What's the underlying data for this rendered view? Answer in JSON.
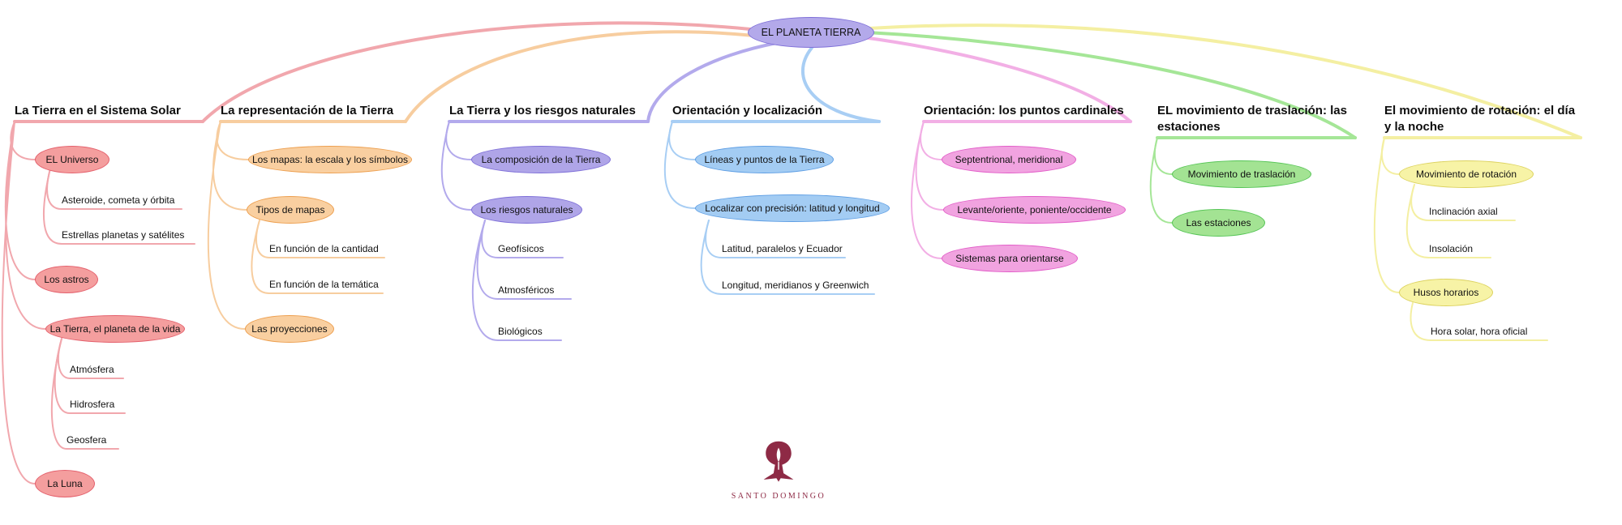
{
  "root": {
    "label": "EL PLANETA TIERRA",
    "fill": "#B3A9EA",
    "stroke": "#7E6FD8"
  },
  "logo": {
    "text": "SANTO DOMINGO",
    "color": "#8E2A45"
  },
  "branches": [
    {
      "title": "La Tierra en el Sistema Solar",
      "colors": {
        "line": "#F1A7AD",
        "fill": "#F49E9E",
        "stroke": "#E4606C"
      },
      "nodes": [
        {
          "label": "EL Universo",
          "kind": "ellipse"
        },
        {
          "label": "Asteroide, cometa y órbita",
          "kind": "text"
        },
        {
          "label": "Estrellas planetas y satélites",
          "kind": "text"
        },
        {
          "label": "Los astros",
          "kind": "ellipse"
        },
        {
          "label": "La Tierra, el planeta de la vida",
          "kind": "ellipse"
        },
        {
          "label": "Atmósfera",
          "kind": "text"
        },
        {
          "label": "Hidrosfera",
          "kind": "text"
        },
        {
          "label": "Geosfera",
          "kind": "text"
        },
        {
          "label": "La Luna",
          "kind": "ellipse"
        }
      ]
    },
    {
      "title": "La representación de la Tierra",
      "colors": {
        "line": "#F7CD9F",
        "fill": "#F9CFA0",
        "stroke": "#ED9F4F"
      },
      "nodes": [
        {
          "label": "Los mapas: la escala y los símbolos",
          "kind": "ellipse"
        },
        {
          "label": "Tipos de mapas",
          "kind": "ellipse"
        },
        {
          "label": "En función de la cantidad",
          "kind": "text"
        },
        {
          "label": "En función de la temática",
          "kind": "text"
        },
        {
          "label": "Las proyecciones",
          "kind": "ellipse"
        }
      ]
    },
    {
      "title": "La Tierra y los riesgos naturales",
      "colors": {
        "line": "#B3AAEC",
        "fill": "#AFA5E8",
        "stroke": "#7E6FD8"
      },
      "nodes": [
        {
          "label": "La composición de la Tierra",
          "kind": "ellipse"
        },
        {
          "label": "Los riesgos naturales",
          "kind": "ellipse"
        },
        {
          "label": "Geofísicos",
          "kind": "text"
        },
        {
          "label": "Atmosféricos",
          "kind": "text"
        },
        {
          "label": "Biológicos",
          "kind": "text"
        }
      ]
    },
    {
      "title": "Orientación y localización",
      "colors": {
        "line": "#A8CEF4",
        "fill": "#A3CCF3",
        "stroke": "#5E9EE4"
      },
      "nodes": [
        {
          "label": "Líneas y puntos de la Tierra",
          "kind": "ellipse"
        },
        {
          "label": "Localizar con precisión: latitud y longitud",
          "kind": "ellipse"
        },
        {
          "label": "Latitud, paralelos y Ecuador",
          "kind": "text"
        },
        {
          "label": "Longitud, meridianos y Greenwich",
          "kind": "text"
        }
      ]
    },
    {
      "title": "Orientación: los puntos cardinales",
      "colors": {
        "line": "#F2AFE5",
        "fill": "#F1A3E0",
        "stroke": "#E25CC8"
      },
      "nodes": [
        {
          "label": "Septentrional, meridional",
          "kind": "ellipse"
        },
        {
          "label": "Levante/oriente, poniente/occidente",
          "kind": "ellipse"
        },
        {
          "label": "Sistemas para orientarse",
          "kind": "ellipse"
        }
      ]
    },
    {
      "title": "EL movimiento de traslación: las estaciones",
      "colors": {
        "line": "#A5E697",
        "fill": "#A3E393",
        "stroke": "#56C556"
      },
      "nodes": [
        {
          "label": "Movimiento de traslación",
          "kind": "ellipse"
        },
        {
          "label": "Las estaciones",
          "kind": "ellipse"
        }
      ]
    },
    {
      "title": "El movimiento de rotación: el día y la noche",
      "colors": {
        "line": "#F4EFA2",
        "fill": "#F7F3A6",
        "stroke": "#DCD25E"
      },
      "nodes": [
        {
          "label": "Movimiento de rotación",
          "kind": "ellipse"
        },
        {
          "label": "Inclinación axial",
          "kind": "text"
        },
        {
          "label": "Insolación",
          "kind": "text"
        },
        {
          "label": "Husos horarios",
          "kind": "ellipse"
        },
        {
          "label": "Hora solar, hora oficial",
          "kind": "text"
        }
      ]
    }
  ]
}
